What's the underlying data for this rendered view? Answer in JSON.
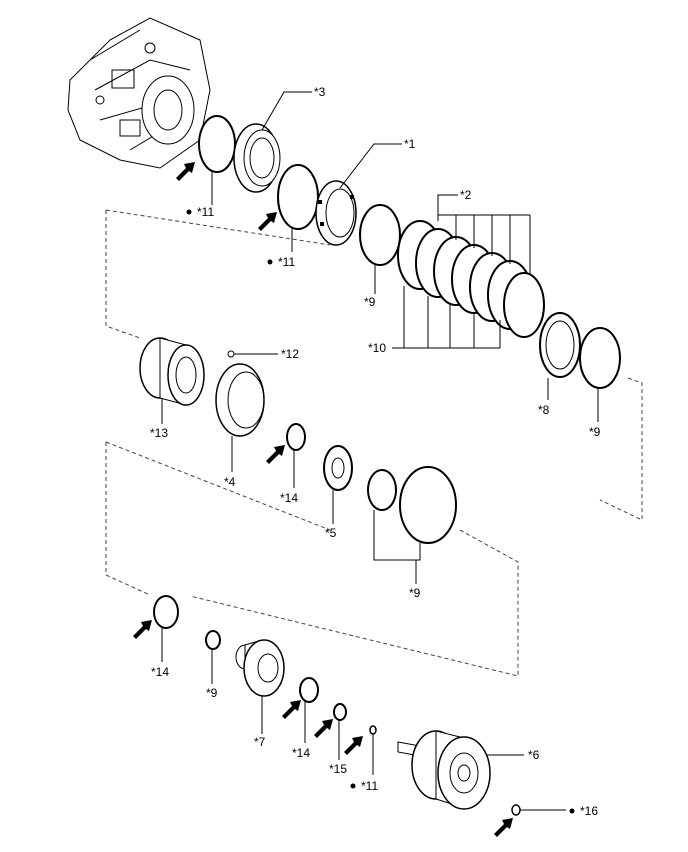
{
  "labels": {
    "l1": "*1",
    "l2": "*2",
    "l3": "*3",
    "l4": "*4",
    "l5": "*5",
    "l6": "*6",
    "l7": "*7",
    "l8": "*8",
    "l9a": "*9",
    "l9b": "*9",
    "l9c": "*9",
    "l9d": "*9",
    "l10": "*10",
    "l11a": "*11",
    "l11b": "*11",
    "l11c": "*11",
    "l12": "*12",
    "l13": "*13",
    "l14a": "*14",
    "l14b": "*14",
    "l14c": "*14",
    "l15": "*15",
    "l16": "*16"
  },
  "colors": {
    "line": "#000000",
    "dash": "#444444"
  },
  "icons": [
    "apply-grease-arrow-icon",
    "bullet-dot-icon"
  ]
}
